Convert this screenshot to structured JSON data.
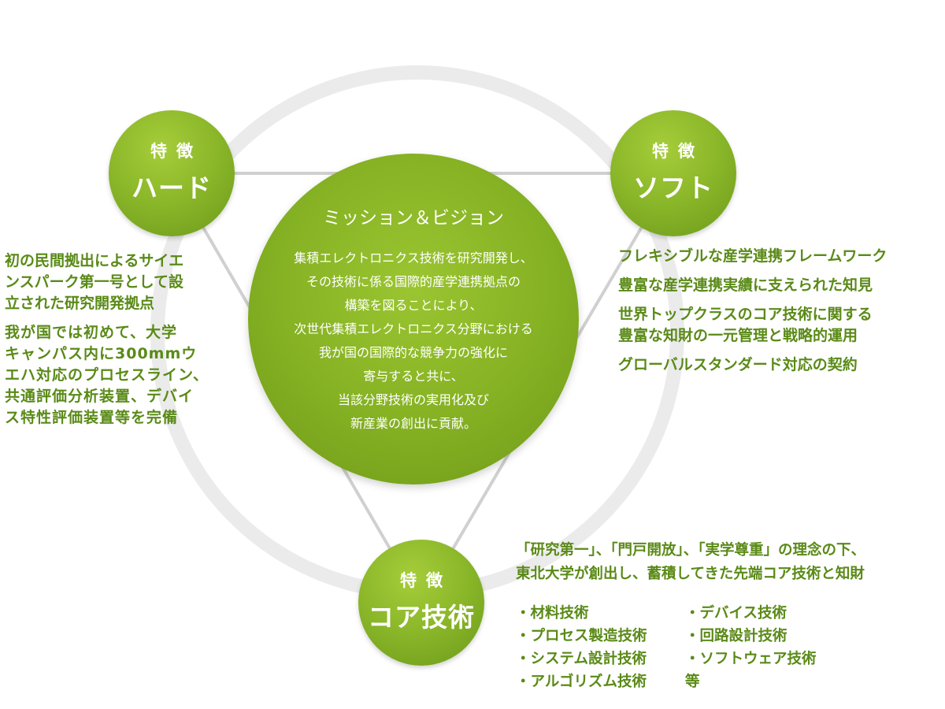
{
  "center": {
    "title": "ミッション＆ビジョン",
    "lines": [
      "集積エレクトロニクス技術を研究開発し、",
      "その技術に係る国際的産学連携拠点の",
      "構築を図ることにより、",
      "次世代集積エレクトロニクス分野における",
      "我が国の国際的な競争力の強化に",
      "寄与すると共に、",
      "当該分野技術の実用化及び",
      "新産業の創出に貢献。"
    ]
  },
  "hard": {
    "kicker": "特徴",
    "name": "ハード",
    "para1_lines": [
      "初の民間拠出によるサイエ",
      "ンスパーク第一号として設",
      "立された研究開発拠点"
    ],
    "para2_lines": [
      "我が国では初めて、大学",
      "キャンパス内に300mmウ",
      "エハ対応のプロセスライン、",
      "共通評価分析装置、デバイ",
      "ス特性評価装置等を完備"
    ]
  },
  "soft": {
    "kicker": "特徴",
    "name": "ソフト",
    "items": [
      "フレキシブルな産学連携フレームワーク",
      "豊富な産学連携実績に支えられた知見",
      "世界トップクラスのコア技術に関する\n豊富な知財の一元管理と戦略的運用",
      "グローバルスタンダード対応の契約"
    ]
  },
  "core": {
    "kicker": "特徴",
    "name": "コア技術",
    "intro_lines": [
      "「研究第一」、「門戸開放」、「実学尊重」の理念の下、",
      "東北大学が創出し、蓄積してきた先端コア技術と知財"
    ],
    "list": [
      "・材料技術",
      "・デバイス技術",
      "・プロセス製造技術",
      "・回路設計技術",
      "・システム設計技術",
      "・ソフトウェア技術",
      "・アルゴリズム技術",
      "等"
    ]
  },
  "colors": {
    "green": "#8cb82a",
    "text_green": "#5a8a17",
    "ring": "#e9e9e9",
    "connector": "#cfcfcf"
  }
}
